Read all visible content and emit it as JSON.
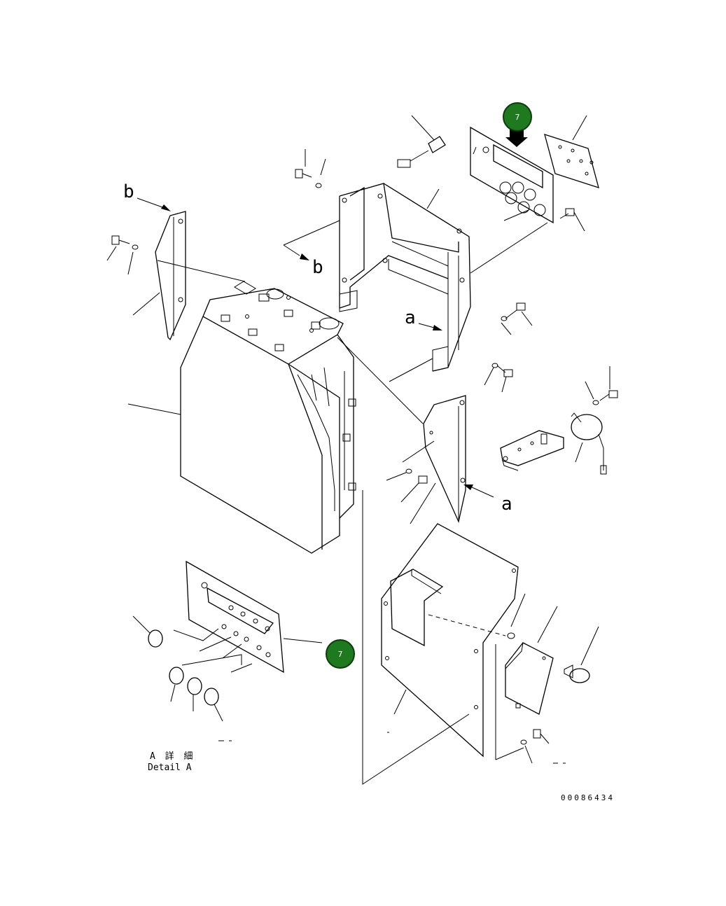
{
  "callouts": [
    {
      "id": "callout-top",
      "label": "7"
    },
    {
      "id": "callout-bottom",
      "label": "7"
    }
  ],
  "view_letters": {
    "b_upper": "b",
    "b_lower": "b",
    "a_upper": "a",
    "a_lower": "a"
  },
  "detail_caption": {
    "jp": "A 詳 細",
    "en": "Detail A"
  },
  "drawing_number": "00086434",
  "badge_color": "#1f7a1f"
}
